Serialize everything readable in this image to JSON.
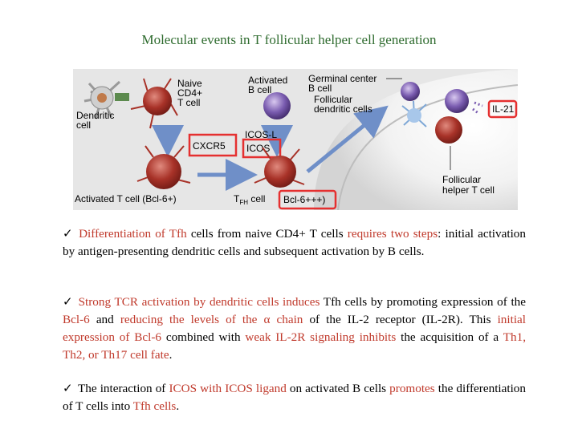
{
  "title": "Molecular events in T follicular helper cell generation",
  "figure": {
    "labels": {
      "naive": [
        "Naive",
        "CD4+",
        "T cell"
      ],
      "activated_b": [
        "Activated",
        "B cell"
      ],
      "germinal_center": "Germinal center",
      "gc_b": "B cell",
      "fdc": [
        "Follicular",
        "dendritic cells"
      ],
      "il21": "IL-21",
      "dendritic": [
        "Dendritic",
        "cell"
      ],
      "icosl": "ICOS-L",
      "cxcr5": "CXCR5",
      "icos": "ICOS",
      "activated_t": "Activated T cell (Bcl-6+)",
      "tfh_t": "T",
      "tfh_sub": "FH",
      "tfh_suffix": " cell",
      "bcl6": "Bcl-6+++)",
      "fh_t": [
        "Follicular",
        "helper T cell"
      ]
    },
    "colors": {
      "highlight_box": "#e53030",
      "t_cell": "#a83228",
      "b_cell": "#6a4c9c",
      "arrow": "#6f8fc8"
    }
  },
  "p1": {
    "check": "✓",
    "s1": "Differentiation of Tfh",
    "s2": " cells from naive CD4+ T cells ",
    "s3": "requires two steps",
    "s4": ": initial activation by antigen-presenting dendritic cells and subsequent activation by B cells."
  },
  "p2": {
    "check": "✓",
    "s1": "Strong TCR activation by dendritic cells induces",
    "s2": " Tfh cells by promoting expression of the ",
    "s3": "Bcl-6",
    "s4": " and ",
    "s5": "reducing the levels of the α chain",
    "s6": " of the IL-2 receptor (IL-2R). This ",
    "s7": "initial expression of Bcl-6",
    "s8": " combined with ",
    "s9": "weak IL-2R signaling inhibits",
    "s10": " the acquisition of a ",
    "s11": "Th1, Th2, or Th17 cell fate",
    "s12": "."
  },
  "p3": {
    "check": "✓",
    "s1": "The interaction of ",
    "s2": "ICOS with ICOS ligand",
    "s3": " on activated B cells ",
    "s4": "promotes",
    "s5": " the differentiation of T cells into ",
    "s6": "Tfh cells",
    "s7": "."
  }
}
